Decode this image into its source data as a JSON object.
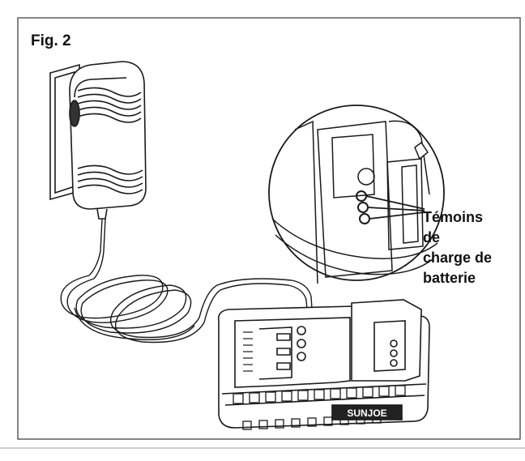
{
  "figure": {
    "title": "Fig. 2",
    "callout_lines": [
      "Témoins",
      "de",
      "charge de",
      "batterie"
    ],
    "brand_label": "SUNJOE",
    "line_color": "#1a1a1a",
    "background": "#ffffff"
  }
}
